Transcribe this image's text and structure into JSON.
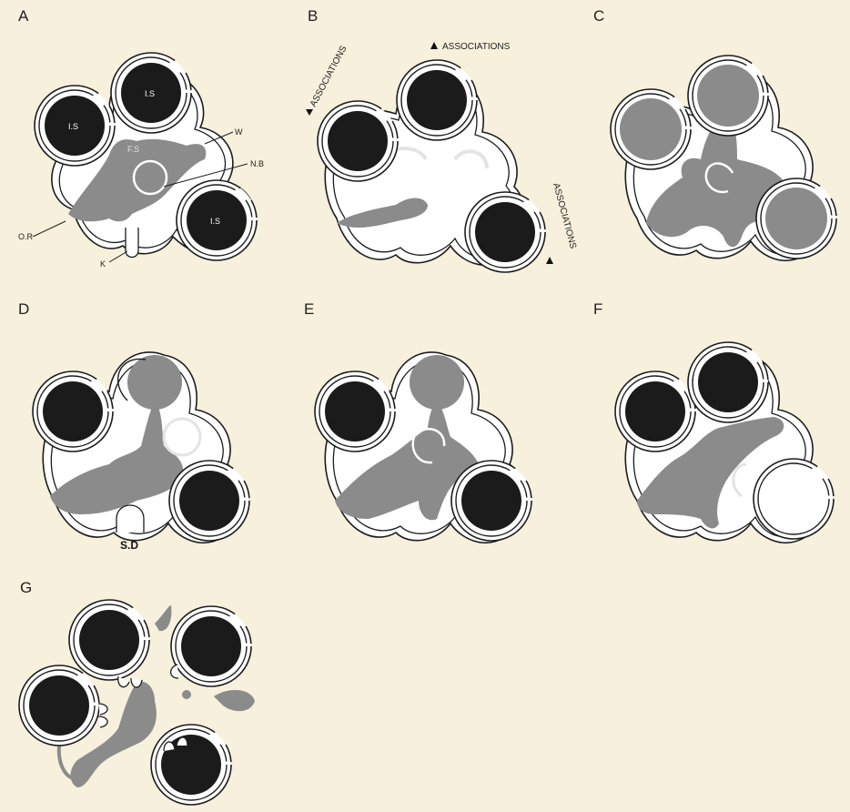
{
  "panels": {
    "a": {
      "letter": "A",
      "labels": {
        "is1": "I.S",
        "is2": "I.S",
        "is3": "I.S",
        "fs": "F.S",
        "w": "W",
        "nb": "N.B",
        "or": "O.R",
        "k": "K"
      }
    },
    "b": {
      "letter": "B",
      "assoc1": "ASSOCIATIONS",
      "assoc2": "ASSOCIATIONS",
      "assoc3": "ASSOCIATIONS"
    },
    "c": {
      "letter": "C"
    },
    "d": {
      "letter": "D",
      "sd": "S.D"
    },
    "e": {
      "letter": "E"
    },
    "f": {
      "letter": "F"
    },
    "g": {
      "letter": "G"
    }
  },
  "colors": {
    "background": "#f6f0dc",
    "outline": "#1c1c1c",
    "solid_circle": "#1b1b1b",
    "shaded_space": "#8b8b8b",
    "niche_white": "#ffffff"
  }
}
